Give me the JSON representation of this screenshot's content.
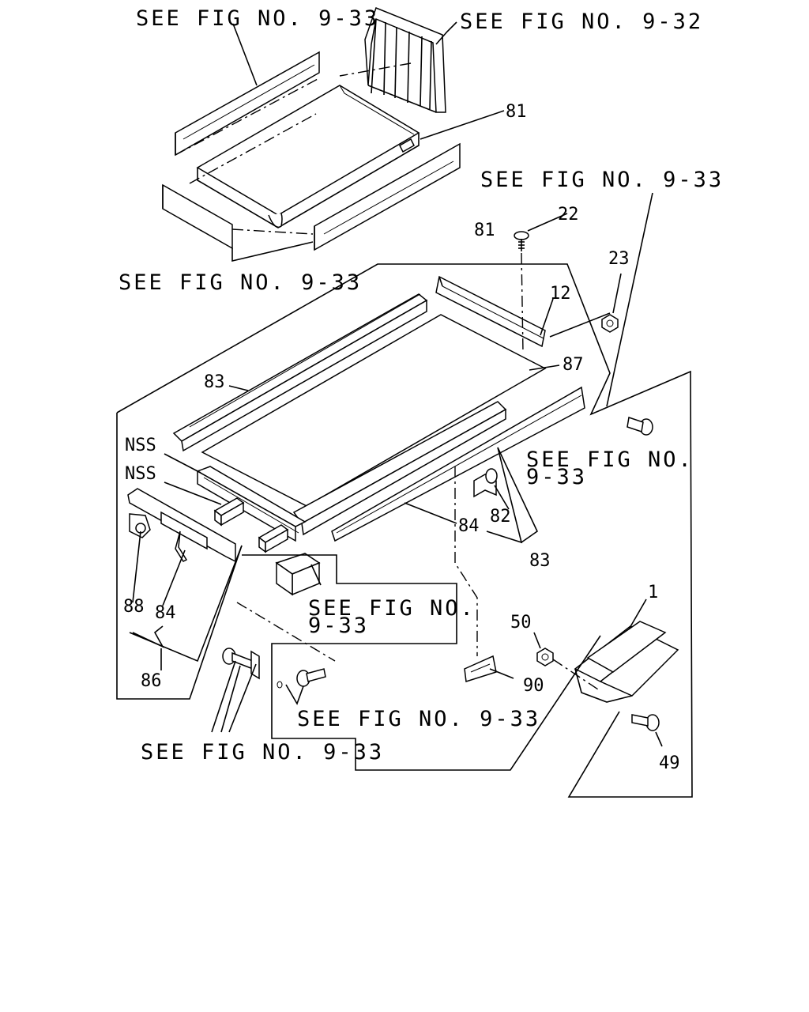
{
  "refs": {
    "fig_9_33_top": "SEE FIG NO. 9-33",
    "fig_9_32": "SEE FIG NO. 9-32",
    "fig_9_33_left": "SEE FIG NO. 9-33",
    "fig_9_33_right": "SEE FIG NO. 9-33",
    "fig_no_mid_line1": "SEE FIG NO.",
    "fig_no_mid_line2": "9-33",
    "fig_no_center_line1": "SEE FIG NO.",
    "fig_no_center_line2": "9-33",
    "fig_9_33_bottom_center": "SEE FIG NO. 9-33",
    "fig_9_33_bottom_left": "SEE FIG NO. 9-33"
  },
  "callouts": {
    "p81_top": "81",
    "p81_mid": "81",
    "p22": "22",
    "p23": "23",
    "p12": "12",
    "p87": "87",
    "p83_left": "83",
    "p83_right": "83",
    "p84_mid": "84",
    "p84_left": "84",
    "p82": "82",
    "nss_1": "NSS",
    "nss_2": "NSS",
    "p88": "88",
    "p86": "86",
    "p1": "1",
    "p50": "50",
    "p90": "90",
    "p49": "49"
  }
}
